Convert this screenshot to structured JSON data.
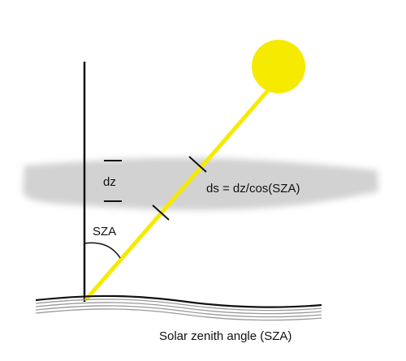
{
  "labels": {
    "dz": "dz",
    "ds": "ds = dz/cos(SZA)",
    "angle": "SZA",
    "caption": "Solar zenith angle (SZA)"
  },
  "colors": {
    "sun": "#f6ea00",
    "sun_ray": "#f6ea00",
    "cloud_layer": "#d2d2d2",
    "ground_lines": "#9a9a9a",
    "ground_top_line": "#111111",
    "vertical_line": "#111111"
  }
}
